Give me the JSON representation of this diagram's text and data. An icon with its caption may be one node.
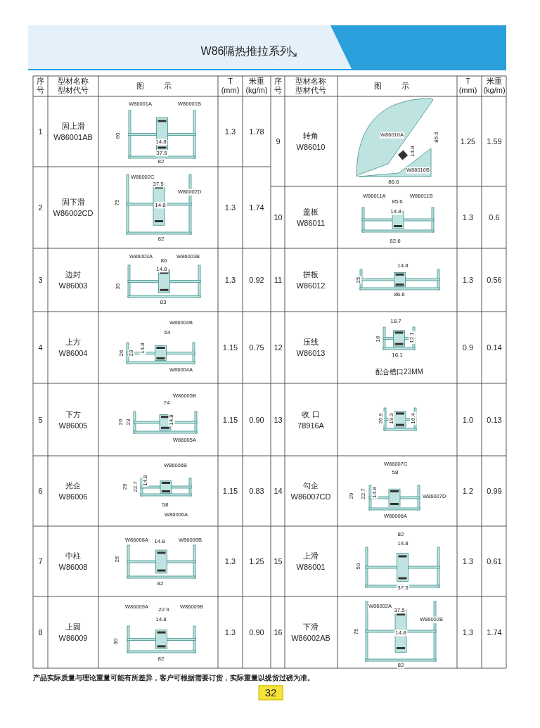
{
  "diagram": {
    "title": "W86隔热推拉系列",
    "labels": [
      "序号",
      "型材名称型材代号",
      "图 示",
      "T (mm)",
      "米重 (kg/m)",
      "序号",
      "型材名称型材代号",
      "图 示",
      "T (mm)",
      "米重 (kg/m)",
      "1",
      "固上滑",
      "W86001AB",
      "W86001A",
      "W86001B",
      "60",
      "14.8",
      "37.5",
      "82",
      "1.3",
      "1.78",
      "9",
      "转角",
      "W86010",
      "W86010A",
      "14.8",
      "86.6",
      "W86010B",
      "86.6",
      "1.25",
      "1.59",
      "2",
      "固下滑",
      "W86002CD",
      "W86002C",
      "37.5",
      "W86002D",
      "75",
      "14.8",
      "82",
      "1.3",
      "1.74",
      "10",
      "盖板",
      "W86011",
      "W86011A",
      "85.6",
      "W86011B",
      "14.8",
      "82.6",
      "1.3",
      "0.6",
      "3",
      "边封",
      "W86003",
      "W86003A",
      "86",
      "W86003B",
      "14.8",
      "35",
      "83",
      "1.3",
      "0.92",
      "11",
      "拼板",
      "W86012",
      "14.8",
      "25",
      "86.6",
      "1.3",
      "0.56",
      "4",
      "上方",
      "W86004",
      "W86004B",
      "64",
      "26",
      "23",
      "14.8",
      "W86004A",
      "1.15",
      "0.75",
      "12",
      "压线",
      "W86013",
      "18.7",
      "16",
      "12.1",
      "16.1",
      "配合槽口23MM",
      "0.9",
      "0.14",
      "5",
      "下方",
      "W86005",
      "W86005B",
      "74",
      "26",
      "23",
      "14.8",
      "W86005A",
      "1.15",
      "0.90",
      "13",
      "收 口",
      "78916A",
      "26.9",
      "19.3",
      "16.4",
      "1.0",
      "0.13",
      "6",
      "光企",
      "W86006",
      "W86006B",
      "29",
      "22.7",
      "14.8",
      "58",
      "W86006A",
      "1.15",
      "0.83",
      "14",
      "勾企",
      "W86007CD",
      "W86007C",
      "58",
      "29",
      "22.7",
      "14.8",
      "W86007D",
      "W86006A",
      "1.2",
      "0.99",
      "7",
      "中柱",
      "W86008",
      "W86008A",
      "14.8",
      "W86008B",
      "25",
      "82",
      "1.3",
      "1.25",
      "15",
      "上滑",
      "W86001",
      "82",
      "14.8",
      "50",
      "37.5",
      "1.3",
      "0.61",
      "8",
      "上固",
      "W86009",
      "W86009A",
      "22.9",
      "W86009B",
      "14.8",
      "30",
      "82",
      "1.3",
      "0.90",
      "16",
      "下滑",
      "W86002AB",
      "W86002A",
      "37.5",
      "W86002B",
      "75",
      "14.8",
      "82",
      "1.3",
      "1.74",
      "产品实际质量与理论重量可能有所差异，客户可根据需要订货，实际重量以提货过磅为准。",
      "32"
    ]
  }
}
